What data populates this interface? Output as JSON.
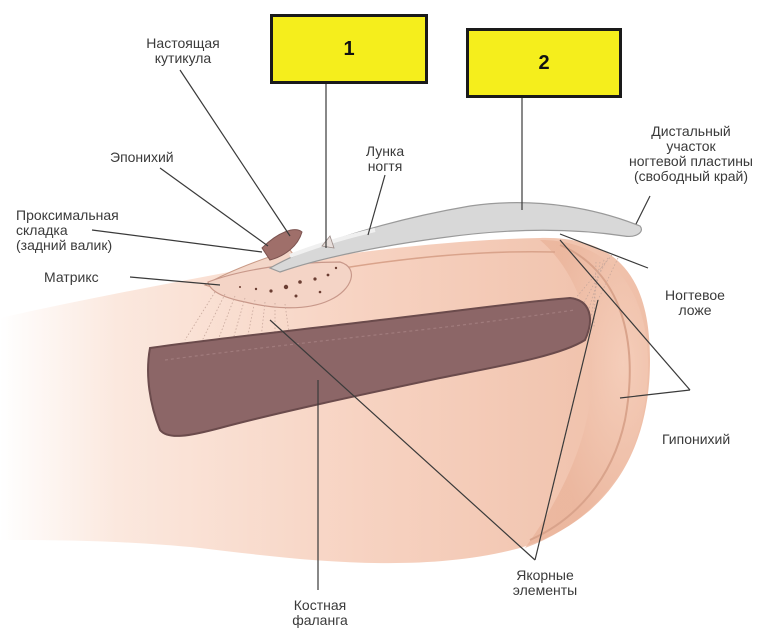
{
  "boxes": {
    "box1": "1",
    "box2": "2"
  },
  "labels": {
    "cuticle": "Настоящая\nкутикула",
    "eponychium": "Эпонихий",
    "lunula": "Лунка\nногтя",
    "distal": "Дистальный\nучасток\nногтевой пластины\n(свободный край)",
    "proximal_fold": "Проксимальная\nскладка\n(задний валик)",
    "matrix": "Матрикс",
    "nail_bed": "Ногтевое\nложе",
    "hyponychium": "Гипонихий",
    "anchors": "Якорные\nэлементы",
    "phalanx": "Костная\nфаланга"
  },
  "colors": {
    "skin_light": "#fbe6dc",
    "skin": "#f2c3ad",
    "bone": "#8c6667",
    "bone_edge": "#6b4b4c",
    "nail_plate": "#d8d8d8",
    "box_fill": "#f5ee1c",
    "line": "#3a3a3a"
  }
}
